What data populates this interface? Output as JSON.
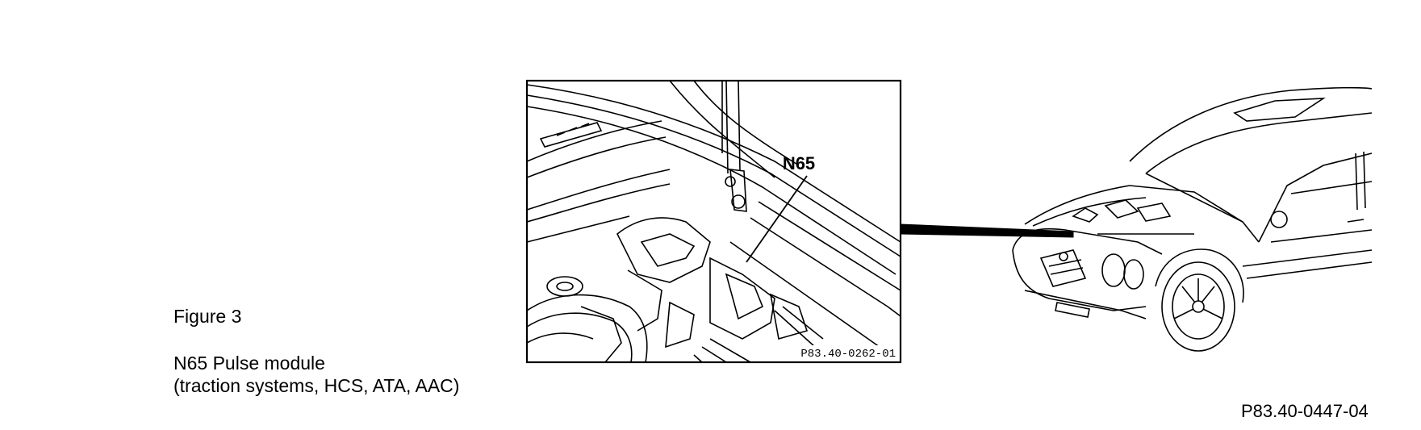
{
  "caption": {
    "figure": "Figure 3",
    "description_line1": "N65 Pulse module",
    "description_line2": "(traction systems, HCS, ATA, AAC)"
  },
  "detail": {
    "callout_label": "N65",
    "image_code": "P83.40-0262-01"
  },
  "reference_code": "P83.40-0447-04",
  "colors": {
    "ink": "#000000",
    "paper": "#ffffff"
  }
}
